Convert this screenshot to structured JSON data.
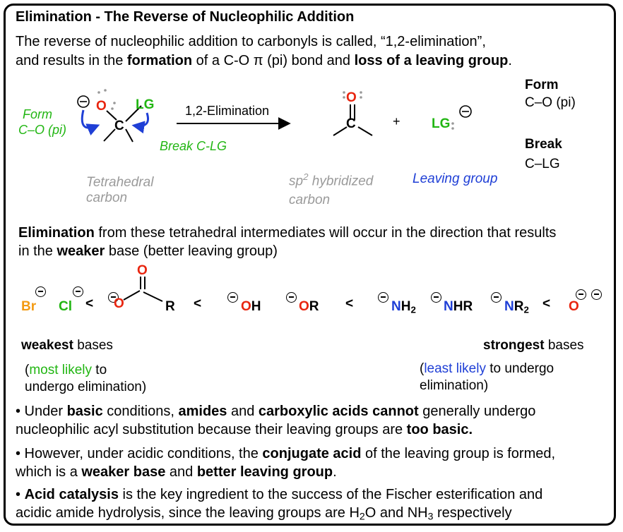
{
  "header": {
    "title": "Elimination - The Reverse of Nucleophilic Addition",
    "intro_line1": "The reverse of nucleophilic addition to carbonyls is called, “1,2-elimination”,",
    "intro_l2_a": "and results in the ",
    "intro_l2_b": "formation",
    "intro_l2_c": " of a C-O π (pi) bond and ",
    "intro_l2_d": "loss of a leaving group",
    "intro_l2_e": "."
  },
  "scheme": {
    "form_label": "Form",
    "form_sub": "C–O (pi)",
    "break_label": "Break C-LG",
    "arrow_label": "1,2-Elimination",
    "plus": "+",
    "atom_o": "O",
    "atom_c": "C",
    "atom_lg": "LG",
    "tetrahedral_line1": "Tetrahedral",
    "tetrahedral_line2": "carbon",
    "sp2_a": "sp",
    "sp2_sup": "2",
    "sp2_b": " hybridized",
    "sp2_line2": "carbon",
    "leaving_group": "Leaving group",
    "side_form": "Form",
    "side_form_val": "C–O (pi)",
    "side_break": "Break",
    "side_break_val": "C–LG"
  },
  "ranking": {
    "line1_a": "Elimination",
    "line1_b": " from these tetrahedral intermediates will occur in the direction that results",
    "line2_a": "in the ",
    "line2_b": "weaker",
    "line2_c": " base (better leaving group)",
    "br": "Br",
    "cl": "Cl",
    "lt": "<",
    "carbox_o_top": "O",
    "carbox_o": "O",
    "carbox_r": "R",
    "oh_o": "O",
    "oh_h": "H",
    "or_o": "O",
    "or_r": "R",
    "nh2_n": "N",
    "nh2_h": "H",
    "nh2_sub": "2",
    "nhr_n": "N",
    "nhr_rest": "HR",
    "nr2_n": "N",
    "nr2_r": "R",
    "nr2_sub": "2",
    "oxide_o": "O",
    "weakest_a": "weakest",
    "weakest_b": " bases",
    "strongest_a": "strongest",
    "strongest_b": " bases",
    "most_a": "(",
    "most_b": "most likely",
    "most_c": " to",
    "most_line2": "undergo elimination)",
    "least_a": "(",
    "least_b": "least likely",
    "least_c": " to undergo",
    "least_line2": "elimination)"
  },
  "bullets": {
    "b1_1a": "• Under ",
    "b1_1b": "basic",
    "b1_1c": " conditions, ",
    "b1_1d": "amides",
    "b1_1e": " and ",
    "b1_1f": "carboxylic acids cannot",
    "b1_1g": " generally undergo",
    "b1_2a": "nucleophilic acyl substitution because their leaving groups are ",
    "b1_2b": "too basic.",
    "b2_1a": "• However, under acidic conditions, the ",
    "b2_1b": "conjugate acid",
    "b2_1c": " of the leaving group is formed,",
    "b2_2a": "which is a ",
    "b2_2b": "weaker base",
    "b2_2c": " and ",
    "b2_2d": "better leaving group",
    "b2_2e": ".",
    "b3_1a": "• ",
    "b3_1b": "Acid catalysis",
    "b3_1c": " is the key ingredient to the success of the Fischer esterification and",
    "b3_2a": "acidic amide hydrolysis, since the leaving groups are H",
    "b3_2b": "2",
    "b3_2c": "O and NH",
    "b3_2d": "3",
    "b3_2e": " respectively"
  },
  "colors": {
    "green": "#22b613",
    "blue": "#1f3fd6",
    "red": "#e8250f",
    "orange": "#f39a12",
    "grey": "#9a9a9a"
  }
}
